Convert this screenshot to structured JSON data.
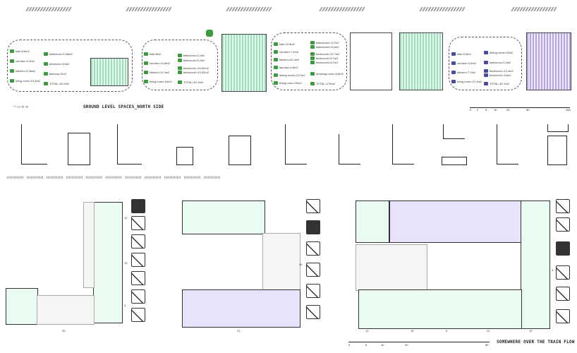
{
  "legend1": {
    "items": [
      {
        "label": "hall=6,6m2",
        "icon": "person-icon"
      },
      {
        "label": "corridor=2,6m2",
        "icon": "person-icon"
      },
      {
        "label": "kitchen=3,36m2",
        "icon": "kitchen-icon"
      },
      {
        "label": "living room=13,3m2",
        "icon": "sofa-icon"
      },
      {
        "label": "bathroom=3,35m2",
        "icon": "bath-icon"
      },
      {
        "label": "bedroom=10m2",
        "icon": "bed-icon"
      },
      {
        "label": "balcony=3m2",
        "icon": "balcony-icon"
      },
      {
        "label": "TOTAL=42,9m2",
        "icon": "total-icon"
      }
    ]
  },
  "legend2": {
    "items": [
      {
        "label": "hall=6m2",
        "icon": "person-icon"
      },
      {
        "label": "corridor=11,8m2",
        "icon": "person-icon"
      },
      {
        "label": "kitchen=12,4m2",
        "icon": "kitchen-icon"
      },
      {
        "label": "living room=16m2",
        "icon": "sofa-icon"
      },
      {
        "label": "bathroom=2,2m2",
        "icon": "bath-icon"
      },
      {
        "label": "bathroom=5,2m2",
        "icon": "bath-icon"
      },
      {
        "label": "bedroom1=10,52m2",
        "icon": "bed-icon"
      },
      {
        "label": "bedroom2=10,52m2",
        "icon": "bed-icon"
      },
      {
        "label": "TOTAL=87,4m2",
        "icon": "total-icon"
      }
    ]
  },
  "legend3": {
    "items": [
      {
        "label": "hall=12,8m2",
        "icon": "person-icon"
      },
      {
        "label": "corridor=7,4m2",
        "icon": "person-icon"
      },
      {
        "label": "kitchen=20,4m2",
        "icon": "kitchen-icon"
      },
      {
        "label": "laundry=4,8m2",
        "icon": "laundry-icon"
      },
      {
        "label": "dining room=13,7m2",
        "icon": "dining-icon"
      },
      {
        "label": "living room=20m2",
        "icon": "sofa-icon"
      },
      {
        "label": "bathroom1=3,7m2",
        "icon": "bath-icon"
      },
      {
        "label": "bathroom2=5,2m2",
        "icon": "bath-icon"
      },
      {
        "label": "bedroom1=11,7m2",
        "icon": "bed-icon"
      },
      {
        "label": "bedroom2=8,7m2",
        "icon": "bed-icon"
      },
      {
        "label": "bedroom3=8,7m2",
        "icon": "bed-icon"
      },
      {
        "label": "dressing room=8,8m2",
        "icon": "wardrobe-icon"
      },
      {
        "label": "TOTAL=175m2",
        "icon": "total-icon"
      }
    ]
  },
  "legend4": {
    "items": [
      {
        "label": "hall=3,3m2",
        "icon": "person-icon"
      },
      {
        "label": "corridor=2,6m2",
        "icon": "person-icon"
      },
      {
        "label": "kitchen=7,2m2",
        "icon": "kitchen-icon"
      },
      {
        "label": "living room=21,3m2",
        "icon": "sofa-icon"
      },
      {
        "label": "dining room=10m2",
        "icon": "dining-icon"
      },
      {
        "label": "bathroom=3,3m2",
        "icon": "bath-icon"
      },
      {
        "label": "bedroom1=12,4m2",
        "icon": "bed-icon"
      },
      {
        "label": "bedroom2=10m2",
        "icon": "bed-icon"
      },
      {
        "label": "TOTAL=87,4m2",
        "icon": "total-icon"
      }
    ]
  },
  "section_title": "GROUND LEVEL SPACES_NORTH SIDE",
  "bottom_title": "SOMEWHERE OVER THE TRAIN FLOW",
  "scale_top": [
    "0",
    "2",
    "5",
    "10",
    "20",
    "50",
    "100"
  ],
  "scale_bottom": [
    "0",
    "5",
    "10",
    "20",
    "50"
  ],
  "dims_plan1": [
    "39",
    "12",
    "15",
    "3"
  ],
  "dims_plan2": [
    "21",
    "45"
  ],
  "dims_plan3": [
    "12",
    "15",
    "5",
    "12",
    "15",
    "3"
  ],
  "colors": {
    "green": "#3c9b3c",
    "mint": "#bff0d4",
    "purple": "#b9a6ea",
    "ink": "#333333"
  }
}
